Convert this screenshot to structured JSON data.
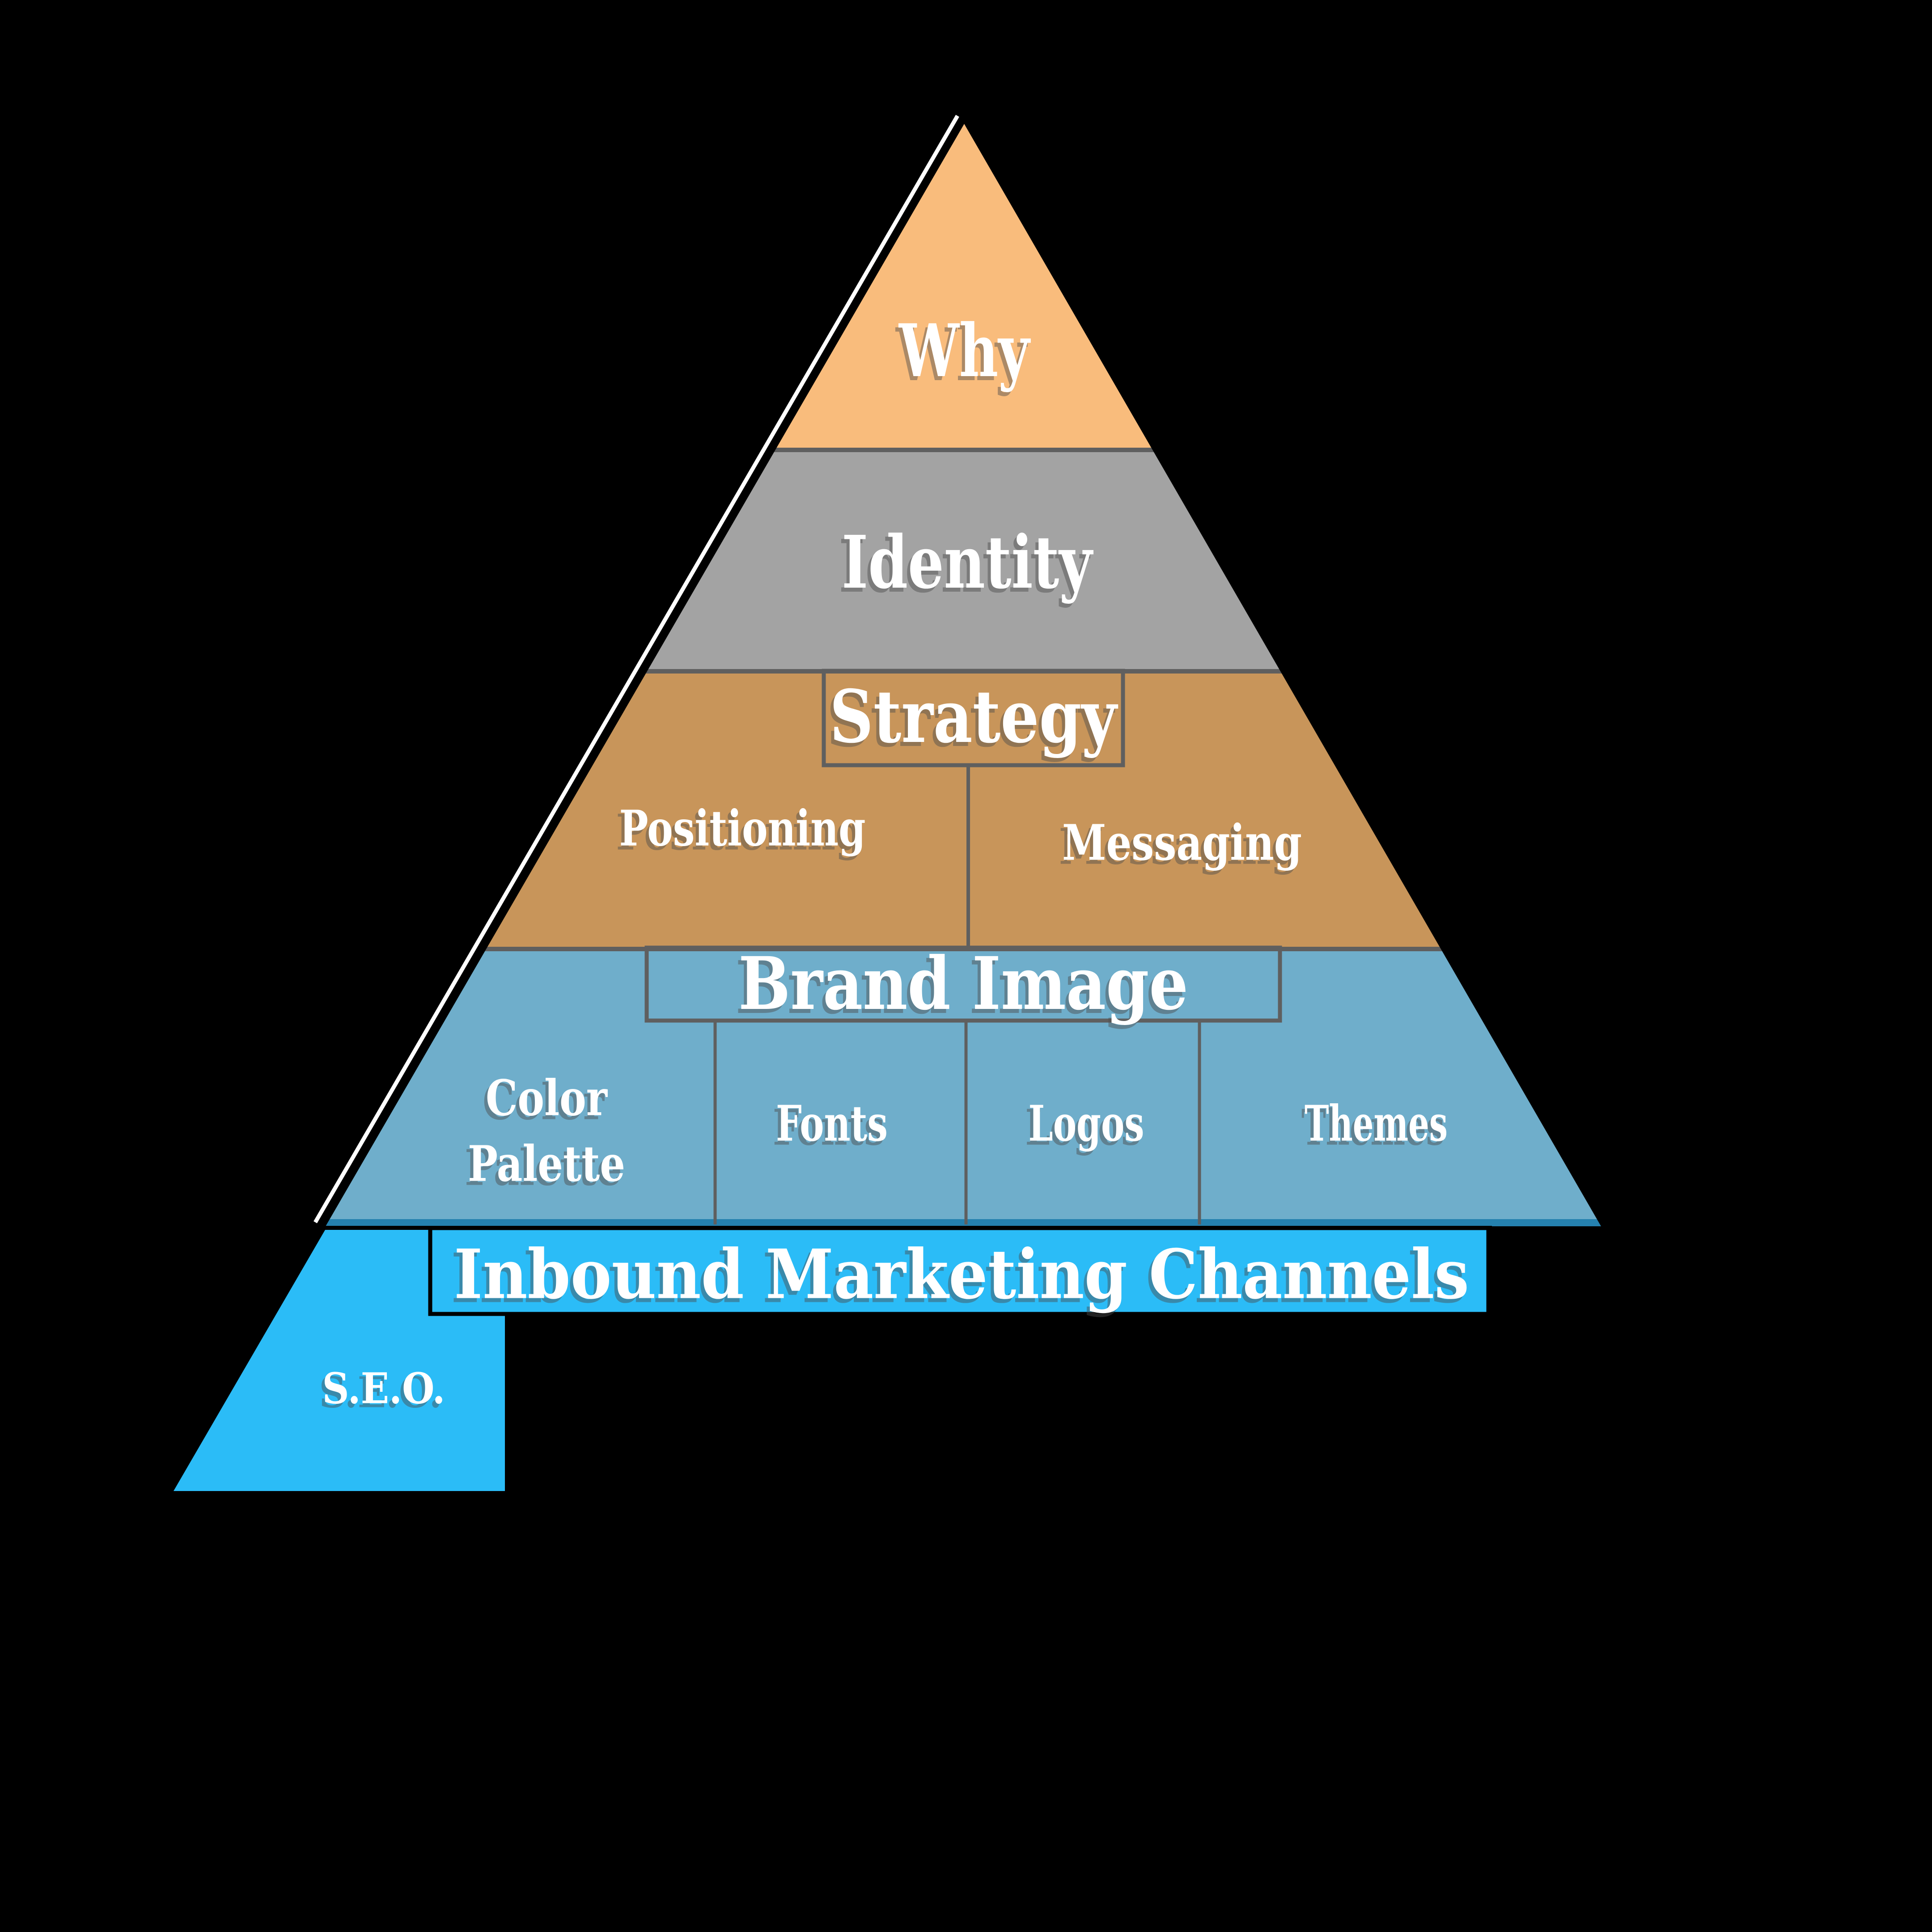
{
  "diagram": {
    "type": "pyramid-infographic",
    "background_color": "#000000",
    "text_color": "#FFFFFF",
    "levels": [
      {
        "id": "why",
        "label": "Why",
        "color": "#F9BC7C"
      },
      {
        "id": "identity",
        "label": "Identity",
        "color": "#A3A3A3"
      },
      {
        "id": "strategy",
        "label": "Strategy",
        "color": "#C8955A",
        "children": [
          {
            "label": "Positioning"
          },
          {
            "label": "Messaging"
          }
        ]
      },
      {
        "id": "brand-image",
        "label": "Brand Image",
        "color": "#6FAECB",
        "children": [
          {
            "label_line1": "Color",
            "label_line2": "Palette"
          },
          {
            "label": "Fonts"
          },
          {
            "label": "Logos"
          },
          {
            "label": "Themes"
          }
        ]
      },
      {
        "id": "inbound-marketing-channels",
        "label": "Inbound Marketing Channels",
        "color": "#2BBCF7",
        "children": [
          {
            "label": "S.E.O."
          }
        ]
      }
    ],
    "accents": {
      "edge_highlight": "#FFFFFF",
      "separator_gray": "#5F5F5F",
      "base_strip_blue": "#2581AF",
      "flag_outline_black": "#000000"
    }
  }
}
